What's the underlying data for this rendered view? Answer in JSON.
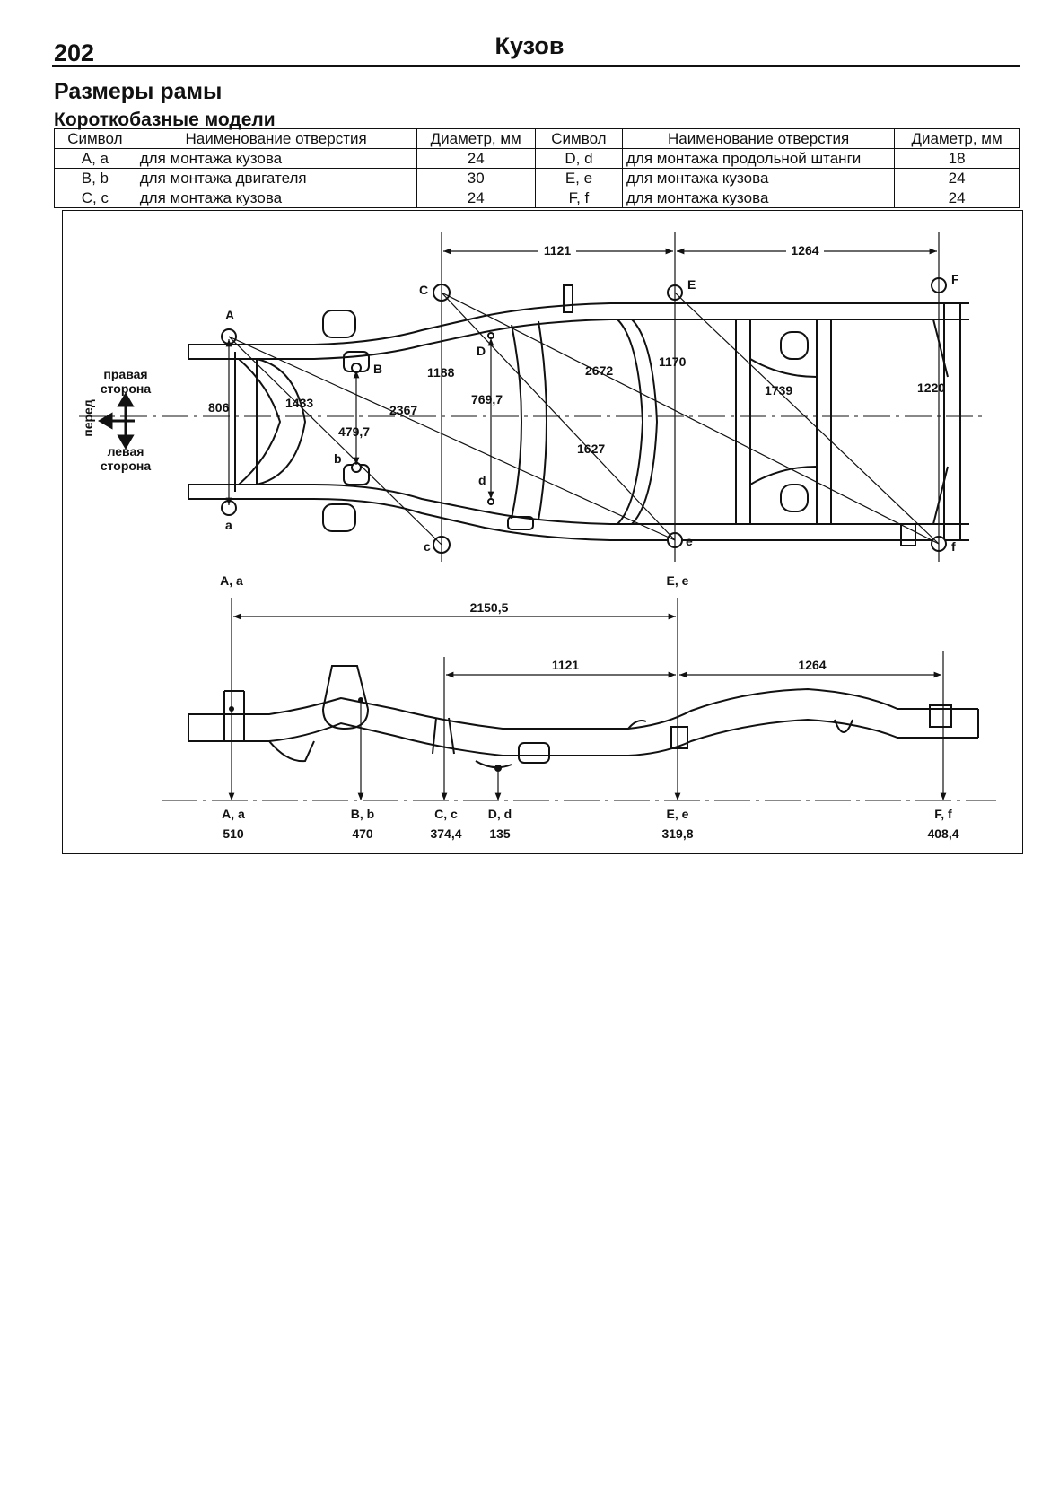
{
  "header": {
    "page_number": "202",
    "section": "Кузов"
  },
  "title": "Размеры рамы",
  "subtitle": "Короткобазные модели",
  "table": {
    "headers": [
      "Символ",
      "Наименование отверстия",
      "Диаметр, мм",
      "Символ",
      "Наименование отверстия",
      "Диаметр, мм"
    ],
    "rows": [
      [
        "A, a",
        "для монтажа кузова",
        "24",
        "D, d",
        "для монтажа продольной штанги",
        "18"
      ],
      [
        "B, b",
        "для монтажа двигателя",
        "30",
        "E, e",
        "для монтажа кузова",
        "24"
      ],
      [
        "C, c",
        "для монтажа кузова",
        "24",
        "F, f",
        "для монтажа кузова",
        "24"
      ]
    ]
  },
  "top_view": {
    "point_labels": {
      "A": "A",
      "a": "a",
      "B": "B",
      "b": "b",
      "C": "C",
      "c": "c",
      "D": "D",
      "d": "d",
      "E": "E",
      "e": "e",
      "F": "F",
      "f": "f"
    },
    "direction": {
      "right_side_1": "правая",
      "right_side_2": "сторона",
      "left_side_1": "левая",
      "left_side_2": "сторона",
      "front": "перед"
    },
    "dimensions": {
      "c_to_e": "1121",
      "e_to_f": "1264",
      "a_width": "806",
      "a_diag_1433": "1433",
      "a_diag_2367": "2367",
      "b_width": "479,7",
      "c_width": "1188",
      "d_width": "769,7",
      "c_diag_2672": "2672",
      "c_diag_1627": "1627",
      "e_width": "1170",
      "e_diag_1739": "1739",
      "f_width": "1220"
    }
  },
  "side_view": {
    "top_labels": {
      "a": "A, a",
      "e": "E, e"
    },
    "dimensions": {
      "a_to_e": "2150,5",
      "c_to_e": "1121",
      "e_to_f": "1264"
    },
    "bottom_labels": [
      {
        "label": "A, a",
        "value": "510"
      },
      {
        "label": "B, b",
        "value": "470"
      },
      {
        "label": "C, c",
        "value": "374,4"
      },
      {
        "label": "D, d",
        "value": "135"
      },
      {
        "label": "E, e",
        "value": "319,8"
      },
      {
        "label": "F, f",
        "value": "408,4"
      }
    ]
  }
}
